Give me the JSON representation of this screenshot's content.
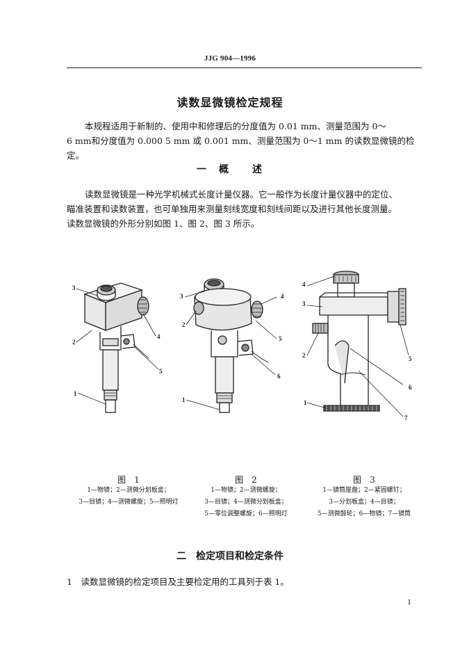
{
  "header": {
    "code": "JJG 904—1996"
  },
  "title": "读数显微镜检定规程",
  "intro": {
    "line1": "本规程适用于新制的、使用中和修理后的分度值为 0.01 mm、测量范围为 0～",
    "line2": "6 mm和分度值为 0.000 5 mm 或 0.001 mm、测量范围为 0～1 mm 的读数显微镜的检定。"
  },
  "section1": {
    "heading": "一　概　　述",
    "line1": "读数显微镜是一种光学机械式长度计量仪器。它一般作为长度计量仪器中的定位、",
    "line2": "瞄准装置和读数装置，也可单独用来测量刻线宽度和刻线间距以及进行其他长度测量。",
    "line3": "读数显微镜的外形分别如图 1、图 2、图 3 所示。"
  },
  "figures": [
    {
      "label": "图　1",
      "caption": [
        "1—物镜；2—测微分划板盒；",
        "3—目镜；4—测微螺旋；5—照明灯"
      ],
      "callouts": [
        "1",
        "2",
        "3",
        "4",
        "5"
      ]
    },
    {
      "label": "图　2",
      "caption": [
        "1—物镜；2—测微螺旋；",
        "3—目镜；4—测微分划板盒；",
        "5—零位调整螺旋；6—照明灯"
      ],
      "callouts": [
        "1",
        "2",
        "3",
        "4",
        "5",
        "6"
      ]
    },
    {
      "label": "图　3",
      "caption": [
        "1—镜筒座盘；2—紧固螺钉；",
        "3—分划板盒；4—目镜；",
        "5—测微鼓轮；6—物镜；7—镜筒"
      ],
      "callouts": [
        "1",
        "2",
        "3",
        "4",
        "5",
        "6",
        "7"
      ]
    }
  ],
  "section2": {
    "heading": "二　检定项目和检定条件",
    "item1": "1　读数显微镜的检定项目及主要检定用的工具列于表 1。"
  },
  "page_number": "1"
}
